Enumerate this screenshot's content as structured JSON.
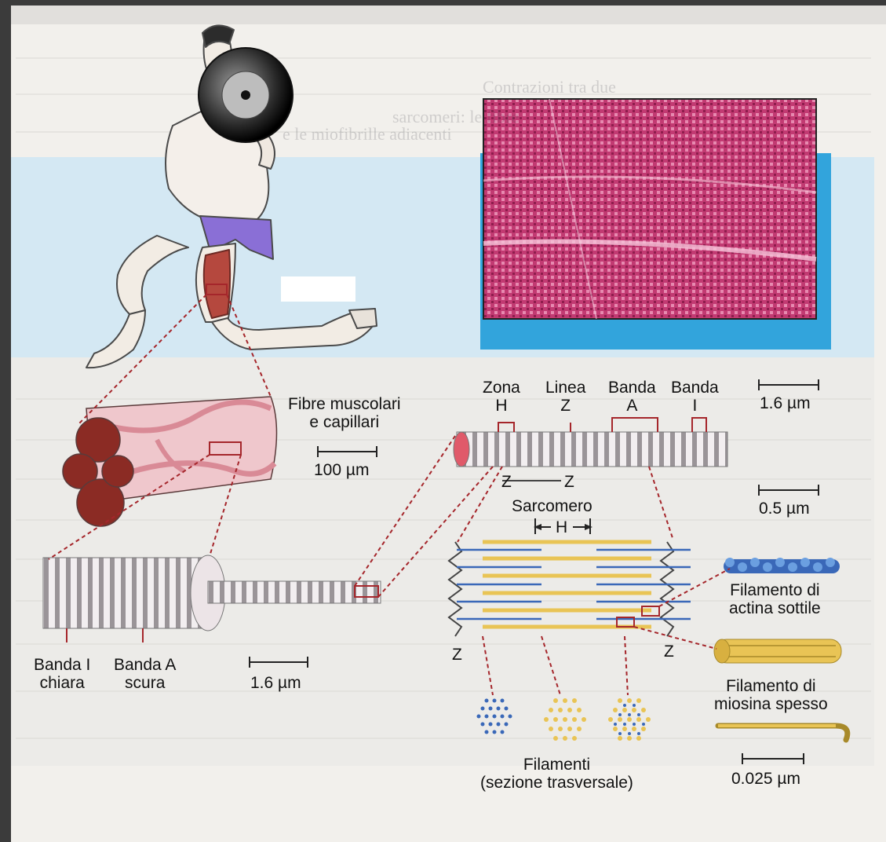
{
  "labels": {
    "fibre": [
      "Fibre muscolari",
      "e capillari"
    ],
    "scale_100": "100 µm",
    "zona": [
      "Zona",
      "H"
    ],
    "linea": [
      "Linea",
      "Z"
    ],
    "banda_a_top": [
      "Banda",
      "A"
    ],
    "banda_i_top": [
      "Banda",
      "I"
    ],
    "scale_16_top": "1.6 µm",
    "z_left": "Z",
    "z_right": "Z",
    "sarcomero": "Sarcomero",
    "h_marker": "H",
    "scale_05": "0.5 µm",
    "banda_i_chiara": [
      "Banda I",
      "chiara"
    ],
    "banda_a_scura": [
      "Banda A",
      "scura"
    ],
    "scale_16_bottom": "1.6 µm",
    "z_sarc_left": "Z",
    "z_sarc_right": "Z",
    "actina": [
      "Filamento di",
      "actina sottile"
    ],
    "miosina": [
      "Filamento di",
      "miosina spesso"
    ],
    "filamenti": [
      "Filamenti",
      "(sezione trasversale)"
    ],
    "scale_0025": "0.025 µm"
  },
  "bleed_text": [
    "Contrazioni tra due",
    "sarcomeri: le fibre",
    "e le miofibrille adiacenti"
  ],
  "colors": {
    "page_bg": "#f3f1ee",
    "dark_frame": "#3e3e3e",
    "blue_panel": "#cfe6f2",
    "micro_bg": "#c9326e",
    "muscle_red": "#b5483e",
    "fiber_pink": "#e9b8be",
    "actin_blue": "#3a68b8",
    "myosin_yellow": "#e9c455",
    "dotted_red": "#a5262b",
    "shorts": "#8a6fd6"
  },
  "icons": [
    "athlete-illustration",
    "barbell-weight",
    "micrograph"
  ]
}
